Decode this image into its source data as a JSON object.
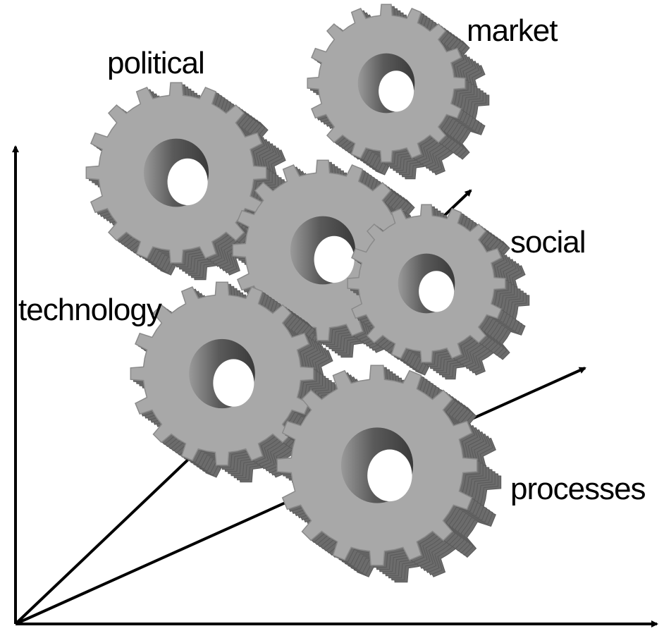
{
  "labels": {
    "political": "political",
    "market": "market",
    "social": "social",
    "technology": "technology",
    "processes": "processes"
  },
  "colors": {
    "gear_face": "#a8a8a8",
    "gear_side": "#6c6c6c",
    "gear_edge": "#8a8a8a",
    "hole_inner": "#555555",
    "axis": "#000000",
    "background": "#ffffff"
  }
}
